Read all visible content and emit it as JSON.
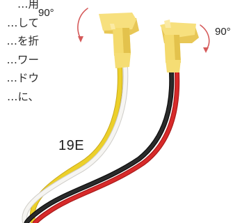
{
  "description_lines": [
    "…用",
    "…して",
    "…を折",
    "…ワー",
    "…ドウ",
    "…に、"
  ],
  "labels": {
    "angle_left": "90°",
    "angle_right": "90°",
    "model": "19E"
  },
  "colors": {
    "connector": "#f5dd74",
    "connector_shadow": "#e4c451",
    "wire_yellow": "#e9cc1e",
    "wire_white": "#f2f1ee",
    "wire_red": "#cf2323",
    "wire_black": "#1a1a1a",
    "rotation_arrow": "#dd5a5a"
  },
  "icons": {
    "left_arrow": "curved-rotation-arrow-icon",
    "right_arrow": "curved-rotation-arrow-icon"
  }
}
